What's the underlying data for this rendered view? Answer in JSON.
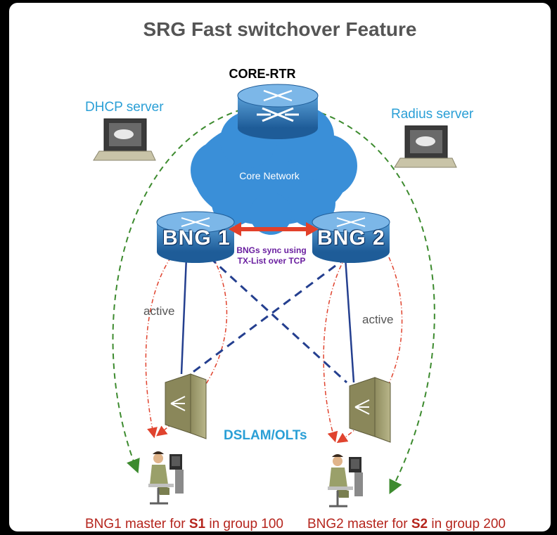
{
  "title": "SRG Fast switchover Feature",
  "core_router": {
    "label": "CORE-RTR"
  },
  "core_network": {
    "label": "Core Network"
  },
  "dhcp_server": {
    "label": "DHCP server"
  },
  "radius_server": {
    "label": "Radius server"
  },
  "bng1": {
    "label": "BNG 1"
  },
  "bng2": {
    "label": "BNG 2"
  },
  "sync": {
    "line1": "BNGs sync using",
    "line2": "TX-List over TCP"
  },
  "active_left": "active",
  "active_right": "active",
  "dslam": {
    "label": "DSLAM/OLTs"
  },
  "subscriber_left": {
    "prefix": "BNG1 master for ",
    "session": "S1",
    "suffix": " in group 100"
  },
  "subscriber_right": {
    "prefix": "BNG2 master for ",
    "session": "S2",
    "suffix": " in group 200"
  },
  "colors": {
    "title": "#555555",
    "accent_blue": "#2a9fd6",
    "router_blue": "#2e78b8",
    "cloud_blue": "#3a8fd8",
    "dhcp_path": "#3d8b2f",
    "subscriber_path": "#e0432e",
    "active_link": "#243f8f",
    "standby_link": "#243f8f",
    "sync_arrow": "#e2402a",
    "caption_red": "#b5251d",
    "sync_text": "#6a1fa0"
  }
}
